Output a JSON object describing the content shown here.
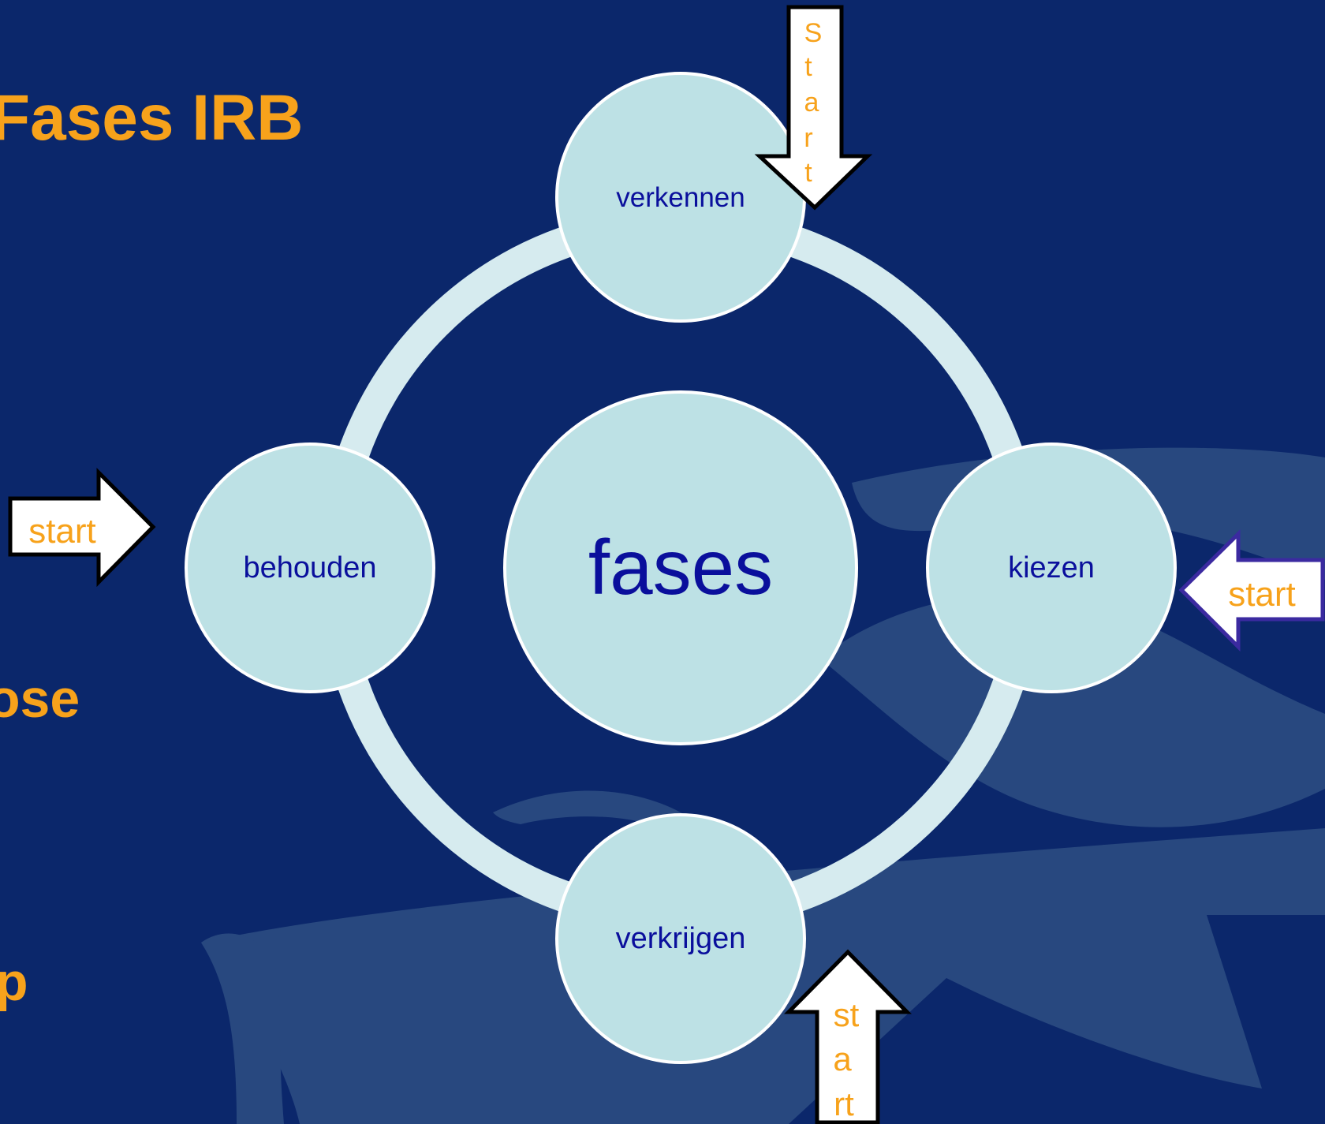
{
  "slide": {
    "title": "Fases IRB",
    "fragment_1": "ose",
    "fragment_2": "p"
  },
  "diagram": {
    "center": "fases",
    "nodes": {
      "top": "verkennen",
      "right": "kiezen",
      "bottom": "verkrijgen",
      "left": "behouden"
    },
    "arrows": {
      "top": [
        "S",
        "t",
        "a",
        "r",
        "t"
      ],
      "left": "start",
      "right": "start",
      "bottom": [
        "st",
        "a",
        "rt"
      ]
    }
  },
  "colors": {
    "background": "#0b276b",
    "watermark": "#28487f",
    "ring": "#d6ebef",
    "node_fill": "#bde1e5",
    "node_text": "#0a0f9c",
    "accent_orange": "#f7a21b"
  }
}
